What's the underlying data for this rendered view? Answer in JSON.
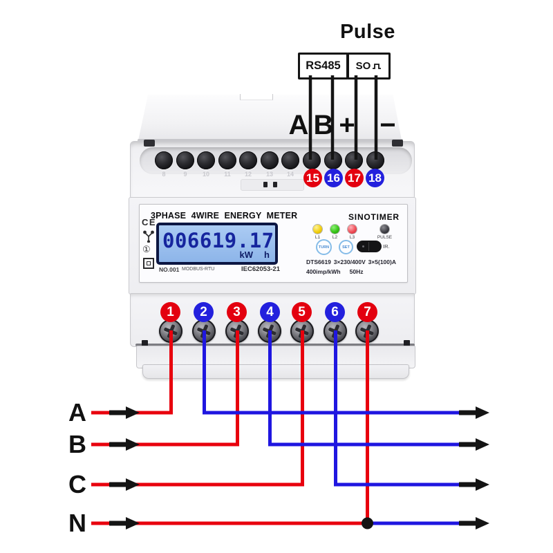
{
  "colors": {
    "wire_red": "#e8000d",
    "wire_blue": "#1f16e0",
    "wire_black": "#141414",
    "badge_red": "#e3000f",
    "badge_blue": "#2320dd",
    "lcd_screen": "#a0c4f0",
    "lcd_digits": "#16259e"
  },
  "top": {
    "pulse_title": "Pulse",
    "rs485_label": "RS485",
    "so_label": "SO",
    "terminal_labels": [
      {
        "label": "A"
      },
      {
        "label": "B"
      },
      {
        "label": "+"
      },
      {
        "label": "−"
      }
    ],
    "badges": [
      {
        "number": "15",
        "color": "#e3000f"
      },
      {
        "number": "16",
        "color": "#2320dd"
      },
      {
        "number": "17",
        "color": "#e3000f"
      },
      {
        "number": "18",
        "color": "#2320dd"
      }
    ]
  },
  "meter": {
    "brand": "SINOTIMER",
    "title": "3PHASE  4WIRE  ENERGY  METER",
    "lcd": {
      "value": "006619.17",
      "unit_power": "kW",
      "unit_time": "h"
    },
    "icons": {
      "ce": "CE",
      "class1": "①"
    },
    "serial": "NO.001",
    "protocol": "MODBUS-RTU",
    "standard": "IEC62053-21",
    "leds": [
      {
        "label": "L1",
        "color": "#f2cf0e"
      },
      {
        "label": "L2",
        "color": "#38c417"
      },
      {
        "label": "L3",
        "color": "#ef4f58"
      },
      {
        "label": "PULSE",
        "color": "#3c3c42"
      }
    ],
    "turn_button": "TURN",
    "set_button": "SET",
    "ir_label": "IR.",
    "model": "DTS6619",
    "voltage": "3×230/400V",
    "current": "3×5(100)A",
    "pulse_constant": "400imp/kWh",
    "frequency": "50Hz",
    "hidden_terminal_numbers": [
      "8",
      "9",
      "10",
      "11",
      "12",
      "13",
      "14"
    ],
    "bottom_badges": [
      {
        "number": "1",
        "color": "#e3000f"
      },
      {
        "number": "2",
        "color": "#2320dd"
      },
      {
        "number": "3",
        "color": "#e3000f"
      },
      {
        "number": "4",
        "color": "#2320dd"
      },
      {
        "number": "5",
        "color": "#e3000f"
      },
      {
        "number": "6",
        "color": "#2320dd"
      },
      {
        "number": "7",
        "color": "#e3000f"
      }
    ]
  },
  "wiring": {
    "rows": [
      {
        "label": "A"
      },
      {
        "label": "B"
      },
      {
        "label": "C"
      },
      {
        "label": "N"
      }
    ]
  }
}
